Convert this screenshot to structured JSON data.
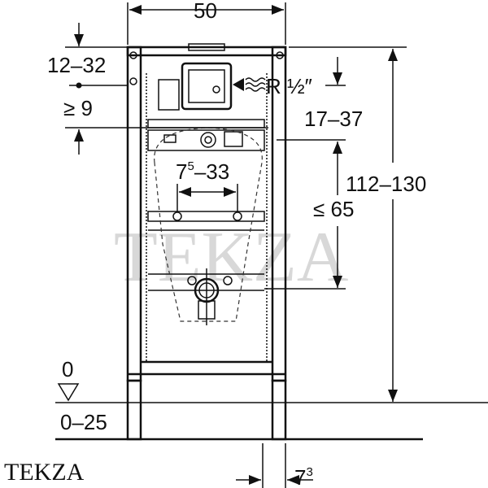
{
  "watermark": "TEKZA",
  "logo": "TEKZA",
  "dimensions": {
    "width": "50",
    "top_offset": "12–32",
    "min_depth": "≥ 9",
    "connection": "R ½″",
    "inlet_height": "17–37",
    "fixing_span": "7",
    "fixing_span_sup": "5",
    "fixing_span_rest": "–33",
    "max_height": "≤ 65",
    "total_height": "112–130",
    "floor_level": "0",
    "floor_adjust": "0–25",
    "leg_width": "7",
    "leg_width_sup": "3"
  }
}
